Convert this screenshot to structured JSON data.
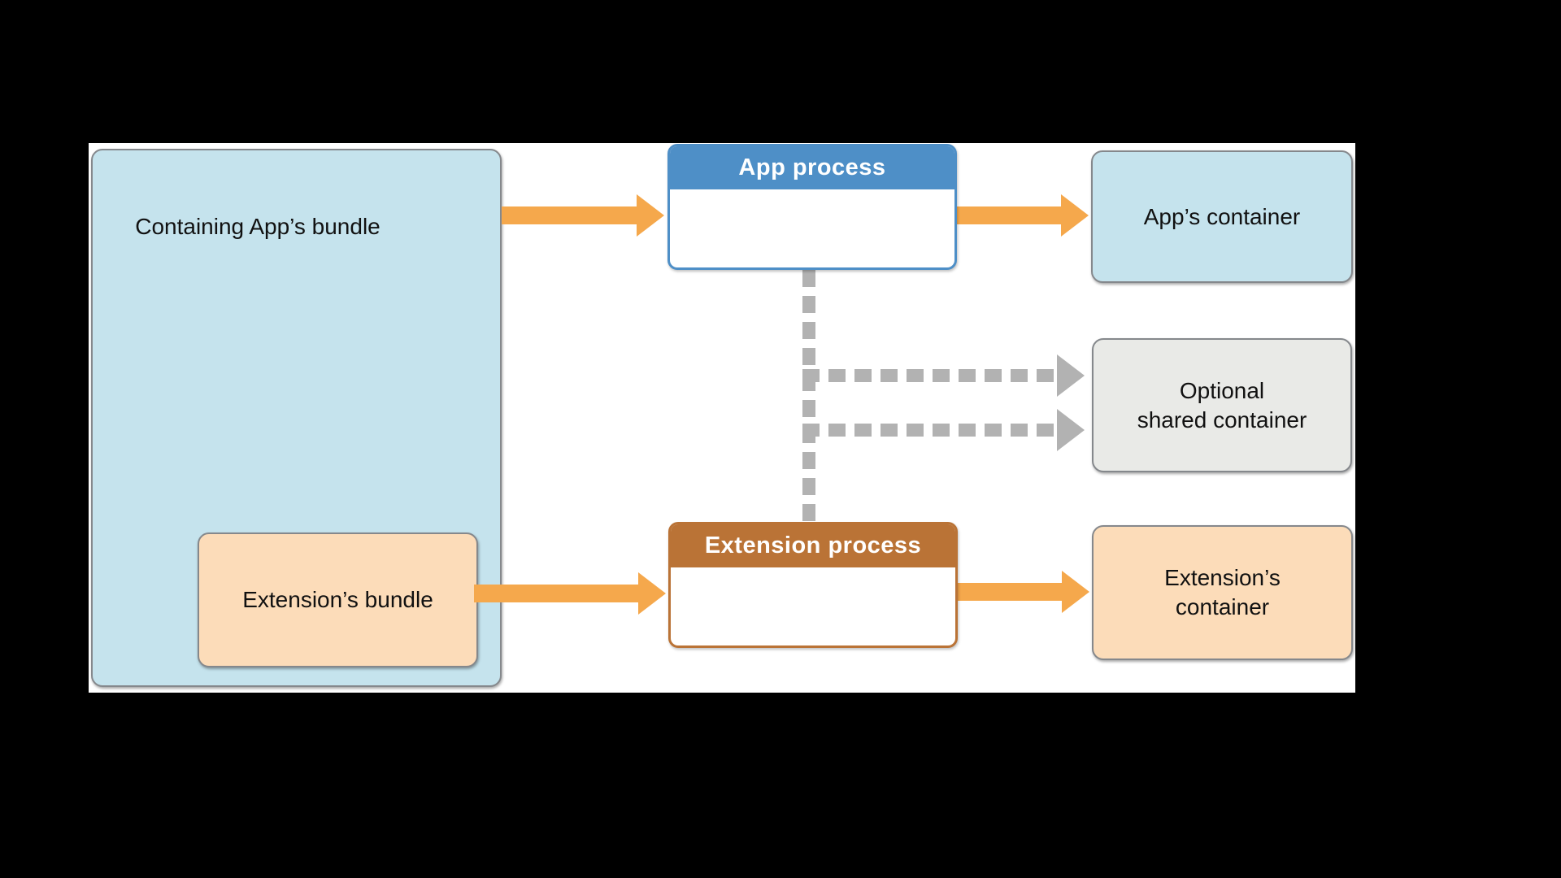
{
  "diagram": {
    "title": "App extension processes and containers diagram",
    "background_color": "#000000",
    "canvas_color": "#ffffff",
    "colors": {
      "bundle_blue_fill": "#c5e3ed",
      "peach_fill": "#fcdcb9",
      "shared_gray_fill": "#e9eae7",
      "app_process_blue": "#4e8fc7",
      "extension_process_brown": "#ba7336",
      "solid_arrow_orange": "#f5a84c",
      "dashed_arrow_gray": "#b2b2b2",
      "node_border_gray": "#85888c",
      "label_text": "#111111",
      "process_header_text": "#ffffff"
    },
    "nodes": {
      "containing_bundle": {
        "label": "Containing App’s bundle"
      },
      "extension_bundle": {
        "label": "Extension’s bundle"
      },
      "app_process": {
        "label": "App process"
      },
      "extension_process": {
        "label": "Extension process"
      },
      "app_container": {
        "label": "App’s container"
      },
      "shared_container": {
        "line1": "Optional",
        "line2": "shared container"
      },
      "extension_container": {
        "line1": "Extension’s",
        "line2": "container"
      }
    },
    "edges": [
      {
        "from": "containing_bundle",
        "to": "app_process",
        "style": "solid-orange-arrow"
      },
      {
        "from": "app_process",
        "to": "app_container",
        "style": "solid-orange-arrow"
      },
      {
        "from": "extension_bundle",
        "to": "extension_process",
        "style": "solid-orange-arrow"
      },
      {
        "from": "extension_process",
        "to": "extension_container",
        "style": "solid-orange-arrow"
      },
      {
        "from": "app_process",
        "to": "shared_container",
        "style": "dashed-gray-arrow"
      },
      {
        "from": "extension_process",
        "to": "shared_container",
        "style": "dashed-gray-arrow"
      }
    ]
  }
}
